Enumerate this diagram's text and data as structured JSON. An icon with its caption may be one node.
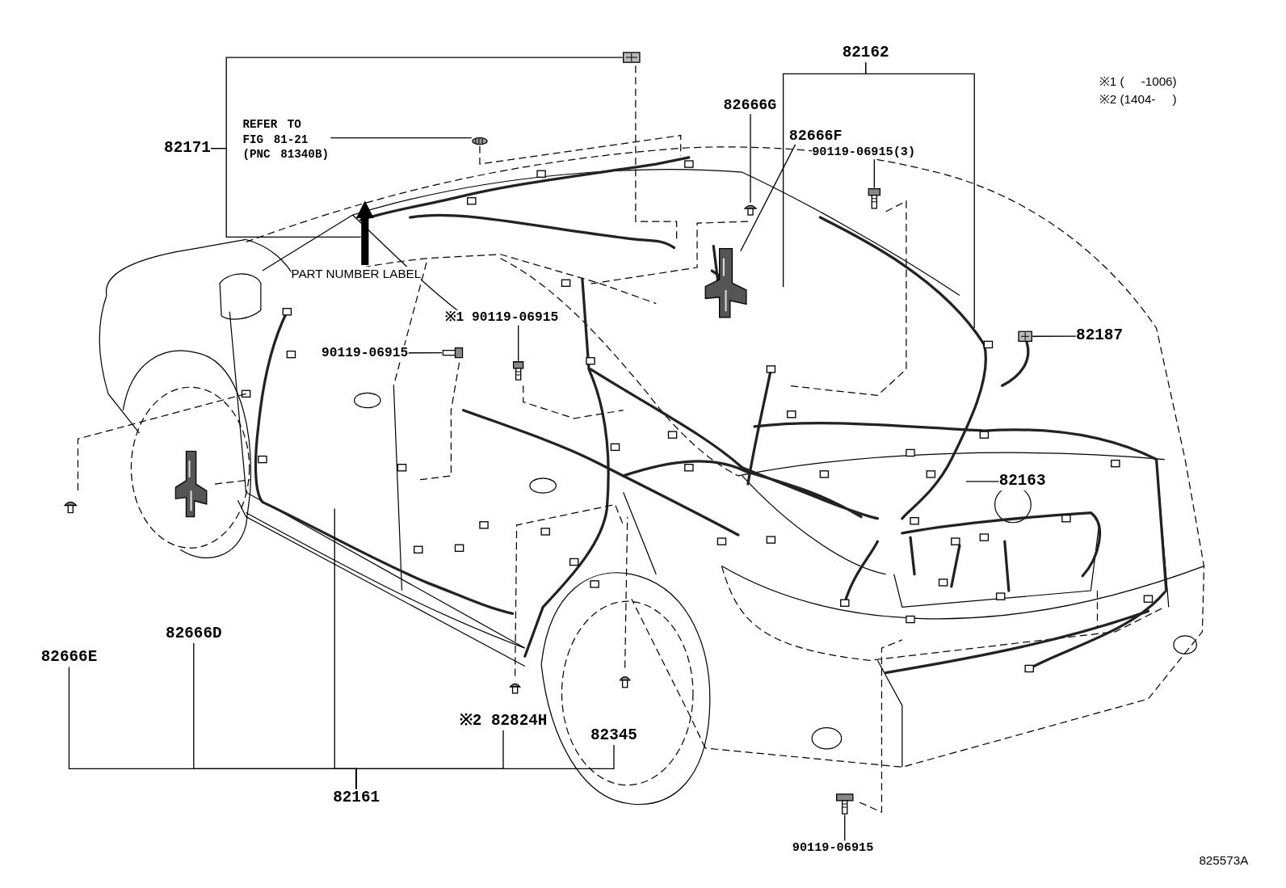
{
  "diagram": {
    "nodes": [
      {
        "text": [
          "82171"
        ]
      },
      {
        "text": [
          "REFER TO FIG 81-21 (PNC 81340B)"
        ]
      },
      {
        "text": [],
        "shape": "picture"
      },
      {
        "text": [
          "82162"
        ]
      },
      {
        "text": [
          "82666G"
        ]
      },
      {
        "text": [
          "82666F"
        ]
      },
      {
        "text": [
          "90119-06915(3)"
        ]
      },
      {
        "text": [
          "82187"
        ]
      },
      {
        "text": [
          "PART NUMBER LABEL"
        ]
      },
      {
        "text": [
          "※1 90119-06915"
        ]
      },
      {
        "text": [
          "90119-06915"
        ]
      },
      {
        "text": [
          "82163"
        ]
      },
      {
        "text": [
          "82666D"
        ]
      },
      {
        "text": [
          "82666E"
        ]
      },
      {
        "text": [
          "※2 82824H"
        ]
      },
      {
        "text": [
          "82345"
        ]
      },
      {
        "text": [
          "82161"
        ]
      },
      {
        "text": [
          "90119-06915"
        ]
      },
      {
        "text": [],
        "shape": "picture"
      },
      {
        "text": [],
        "shape": "picture"
      },
      {
        "text": [],
        "shape": "picture"
      },
      {
        "text": [],
        "shape": "picture"
      },
      {
        "text": [],
        "shape": "picture"
      },
      {
        "text": [],
        "shape": "picture"
      },
      {
        "text": [],
        "shape": "picture"
      },
      {
        "text": [],
        "shape": "picture"
      },
      {
        "text": [],
        "shape": "picture"
      },
      {
        "text": [],
        "shape": "picture"
      },
      {
        "text": [],
        "shape": "picture"
      },
      {
        "text": [],
        "shape": "picture"
      }
    ],
    "edges": [
      {
        "from": 0,
        "to": 18,
        "arrow": "none"
      },
      {
        "from": 0,
        "to": null,
        "arrow": "none"
      },
      {
        "from": 1,
        "to": 2,
        "arrow": "none"
      },
      {
        "from": 3,
        "to": null,
        "arrow": "none"
      },
      {
        "from": 3,
        "to": null,
        "arrow": "none"
      },
      {
        "from": 4,
        "to": 21,
        "arrow": "none"
      },
      {
        "from": 5,
        "to": 22,
        "arrow": "none"
      },
      {
        "from": 6,
        "to": 23,
        "arrow": "none"
      },
      {
        "from": 7,
        "to": 24,
        "arrow": "none"
      },
      {
        "from": 9,
        "to": 20,
        "arrow": "none"
      },
      {
        "from": 10,
        "to": 19,
        "arrow": "none"
      },
      {
        "from": 11,
        "to": null,
        "arrow": "none"
      },
      {
        "from": 16,
        "to": 13,
        "arrow": "none"
      },
      {
        "from": 16,
        "to": 12,
        "arrow": "none"
      },
      {
        "from": 16,
        "to": null,
        "arrow": "none"
      },
      {
        "from": 16,
        "to": 14,
        "arrow": "none"
      },
      {
        "from": 16,
        "to": 15,
        "arrow": "none"
      },
      {
        "from": 17,
        "to": 29,
        "arrow": "none"
      },
      {
        "from": 8,
        "to": null,
        "arrow": "to",
        "style": "thick"
      }
    ],
    "labels": [
      "※1 (     -1006)",
      "※2 (1404-     )",
      "825573A"
    ]
  }
}
